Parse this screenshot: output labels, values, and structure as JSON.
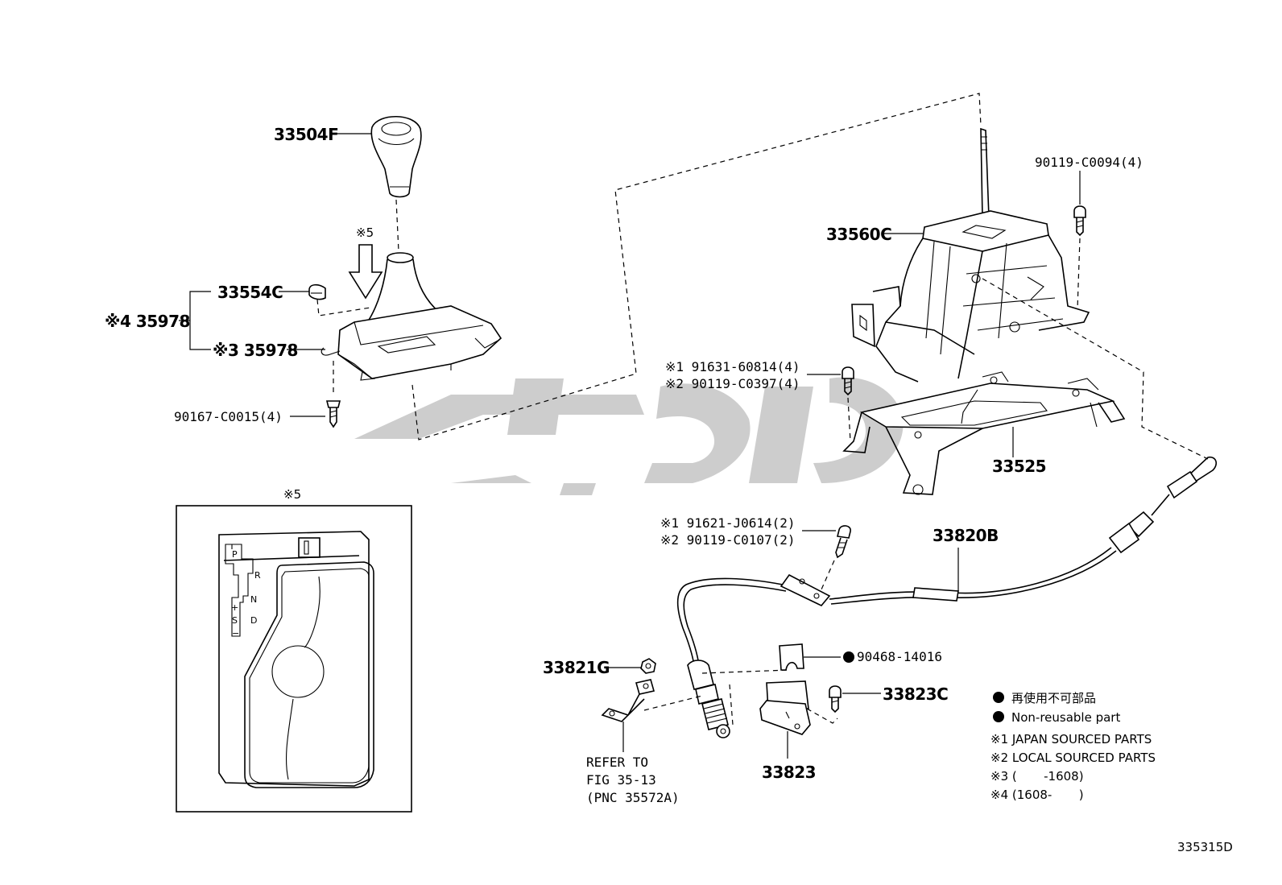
{
  "labels": {
    "p33504F": "33504F",
    "note5_top": "※5",
    "p33554C": "33554C",
    "p35978_4": "※4 35978",
    "p35978_3": "※3 35978",
    "p90167": "90167-C0015(4)",
    "note5_box": "※5",
    "p33560C": "33560C",
    "p90119_C0094": "90119-C0094(4)",
    "p91631": "※1 91631-60814(4)",
    "p90119_C0397": "※2 90119-C0397(4)",
    "p33525": "33525",
    "p91621": "※1 91621-J0614(2)",
    "p90119_C0107": "※2 90119-C0107(2)",
    "p33820B": "33820B",
    "p33821G": "33821G",
    "p90468": "90468-14016",
    "p33823C": "33823C",
    "p33823": "33823",
    "refer1": "REFER TO",
    "refer2": "FIG 35-13",
    "refer3": "(PNC 35572A)",
    "code": "335315D"
  },
  "shift_gate": {
    "p": "P",
    "r": "R",
    "n": "N",
    "d": "D",
    "s": "S",
    "plus": "+",
    "minus": "−"
  },
  "legend": {
    "jp": "再使用不可部品",
    "en": "Non-reusable part",
    "n1": "※1 JAPAN SOURCED PARTS",
    "n2": "※2 LOCAL SOURCED PARTS",
    "n3": "※3 (       -1608)",
    "n4": "※4 (1608-       )"
  },
  "watermark": "",
  "colors": {
    "line": "#000000",
    "watermark": "#c8c8c8",
    "background": "#ffffff"
  }
}
